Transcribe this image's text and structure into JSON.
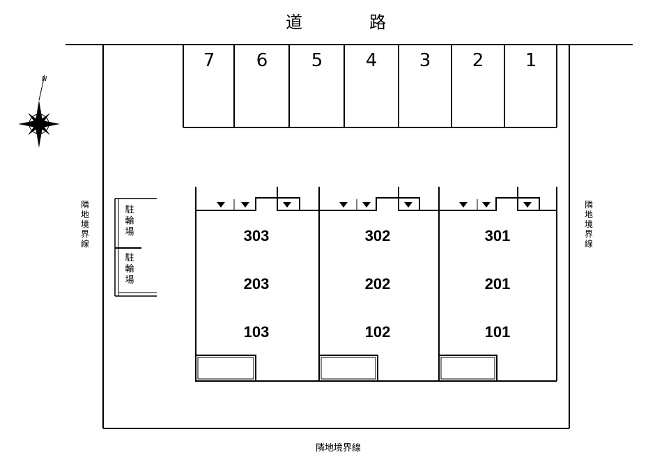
{
  "road": {
    "char1": "道",
    "char2": "路"
  },
  "compass": {
    "north_label": "N",
    "icon": "compass-rose-icon"
  },
  "parking": {
    "spaces": [
      "7",
      "6",
      "5",
      "4",
      "3",
      "2",
      "1"
    ]
  },
  "boundary": {
    "left": "隣地境界線",
    "right": "隣地境界線",
    "bottom": "隣地境界線"
  },
  "bike_parking": {
    "upper": "駐輪場",
    "lower": "駐輪場"
  },
  "buildings": [
    {
      "units": [
        "303",
        "203",
        "103"
      ]
    },
    {
      "units": [
        "302",
        "202",
        "102"
      ]
    },
    {
      "units": [
        "301",
        "201",
        "101"
      ]
    }
  ]
}
